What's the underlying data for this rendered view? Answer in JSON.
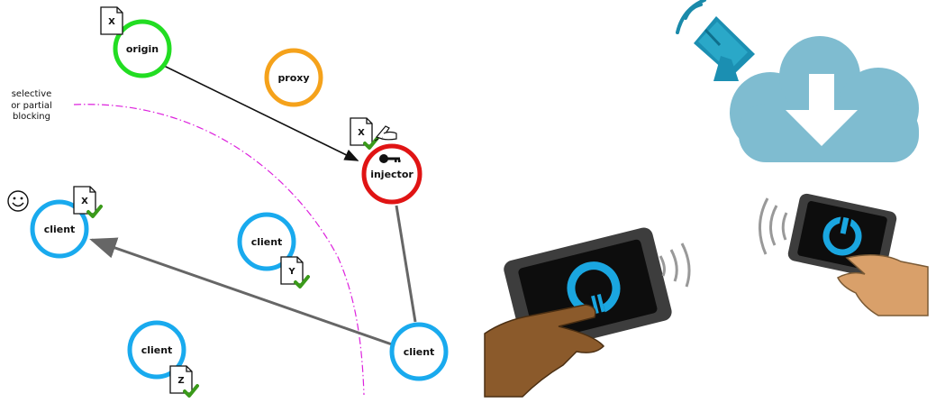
{
  "nodes": {
    "origin": "origin",
    "proxy": "proxy",
    "injector": "injector",
    "client_a": "client",
    "client_b": "client",
    "client_c": "client",
    "client_d": "client"
  },
  "documents": {
    "origin_doc": "X",
    "injector_doc": "X",
    "client_a_doc": "X",
    "client_b_doc": "Y",
    "client_c_doc": "Z"
  },
  "boundary_label": [
    "selective",
    "or partial",
    "blocking"
  ],
  "icons": {
    "happy_face": "smiley-icon",
    "signing_hand": "writing-hand-icon",
    "key": "key-icon",
    "check": "checkmark-icon",
    "antenna": "satellite-dish-icon",
    "cloud": "cloud-download-icon",
    "phone_left": "phone-in-hand-icon",
    "phone_right": "phone-in-hand-icon"
  },
  "colors": {
    "origin": "#22dd22",
    "proxy": "#f5a21b",
    "injector": "#e01414",
    "client": "#19aaee",
    "boundary": "#dd22dd",
    "check": "#3a9a1a",
    "cloud": "#7fbcd0",
    "accent": "#1aa6e0"
  }
}
